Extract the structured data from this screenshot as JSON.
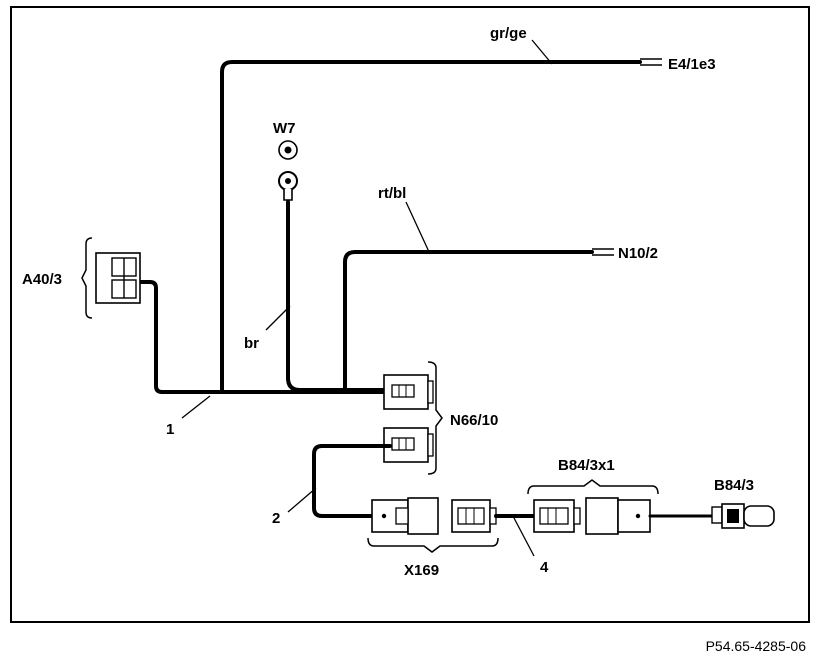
{
  "labels": {
    "gr_ge": "gr/ge",
    "e4_1e3": "E4/1e3",
    "w7": "W7",
    "rt_bl": "rt/bl",
    "n10_2": "N10/2",
    "a40_3": "A40/3",
    "br": "br",
    "n66_10": "N66/10",
    "one": "1",
    "two": "2",
    "b84_3x1": "B84/3x1",
    "b84_3": "B84/3",
    "x169": "X169",
    "four": "4"
  },
  "figure_ref": "P54.65-4285-06"
}
